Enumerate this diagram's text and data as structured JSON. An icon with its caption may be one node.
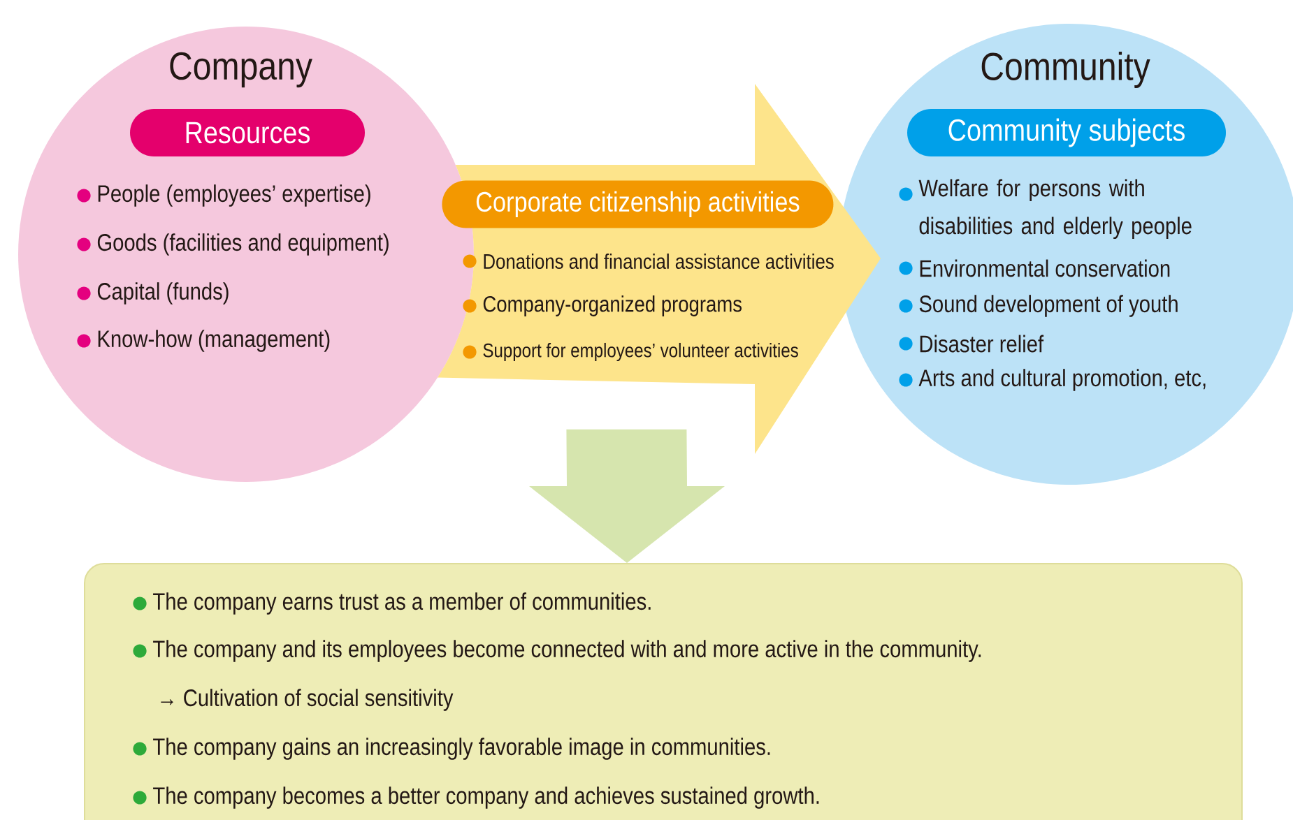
{
  "diagram": {
    "nodes": [
      {
        "text": [
          "Company",
          "People (employees’ expertise)",
          "Goods (facilities and equipment)",
          "Capital (funds)",
          "Know-how (management)"
        ]
      },
      {
        "text": [
          "Resources"
        ],
        "in": 0
      },
      {
        "text": [
          "Donations and financial assistance activities",
          "Company-organized programs",
          "Support for employees’ volunteer activities"
        ]
      },
      {
        "text": [
          "Corporate citizenship activities"
        ],
        "in": 2
      },
      {
        "text": [
          "Community",
          "Welfare for persons with disabilities and elderly people",
          "Environmental conservation",
          "Sound development of youth",
          "Disaster relief",
          "Arts and cultural promotion, etc,"
        ]
      },
      {
        "text": [
          "Community subjects"
        ],
        "in": 4
      },
      {
        "text": [
          "The company earns trust as a member of communities.",
          "The company and its employees become connected with and more active in the community.",
          "→ Cultivation of social sensitivity",
          "The company gains an increasingly favorable image in communities.",
          "The company becomes a better company and achieves sustained growth."
        ]
      }
    ],
    "edges": [
      {
        "from": 2,
        "to": 6,
        "arrow": "to",
        "style": "thick",
        "color": "#d6e5ae"
      }
    ]
  }
}
